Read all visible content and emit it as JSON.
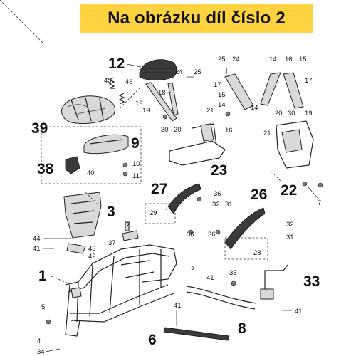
{
  "header": {
    "title": "Na obrázku díl číslo 2",
    "bg_color": "#ffd23f"
  },
  "callouts": {
    "c1": "1",
    "c3": "3",
    "c6": "6",
    "c8": "8",
    "c9": "9",
    "c12": "12",
    "c22": "22",
    "c23": "23",
    "c26": "26",
    "c27": "27",
    "c33": "33",
    "c38": "38",
    "c39": "39",
    "s2": "2",
    "s4": "4",
    "s5": "5",
    "s7": "7",
    "s10": "10",
    "s11": "11",
    "s14a": "14",
    "s14b": "14",
    "s14c": "14",
    "s15a": "15",
    "s15b": "15",
    "s16a": "16",
    "s16b": "16",
    "s17a": "17",
    "s17b": "17",
    "s18": "18",
    "s19a": "19",
    "s19b": "19",
    "s20a": "20",
    "s20b": "20",
    "s21a": "21",
    "s21b": "21",
    "s24a": "24",
    "s24b": "24",
    "s25a": "25",
    "s25b": "25",
    "s28": "28",
    "s29": "29",
    "s30a": "30",
    "s30b": "30",
    "s31a": "31",
    "s31b": "31",
    "s32a": "32",
    "s32b": "32",
    "s34": "34",
    "s35": "35",
    "s36a": "36",
    "s36b": "36",
    "s36c": "36",
    "s37": "37",
    "s40": "40",
    "s41a": "41",
    "s41b": "41",
    "s41c": "41",
    "s41d": "41",
    "s42": "42",
    "s43": "43",
    "s44": "44",
    "s45": "45",
    "s46": "46"
  }
}
